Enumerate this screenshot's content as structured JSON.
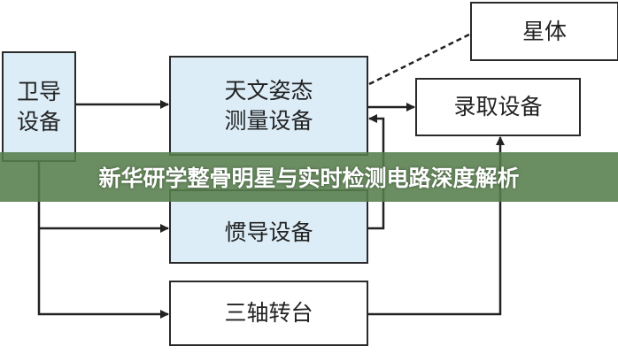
{
  "nodes": {
    "satnav": "卫导设备",
    "celestial": "天文姿态测量设备",
    "star": "星体",
    "recorder": "录取设备",
    "inertial": "惯导设备",
    "turntable": "三轴转台"
  },
  "banner": {
    "title": "新华研学整骨明星与实时检测电路深度解析"
  }
}
